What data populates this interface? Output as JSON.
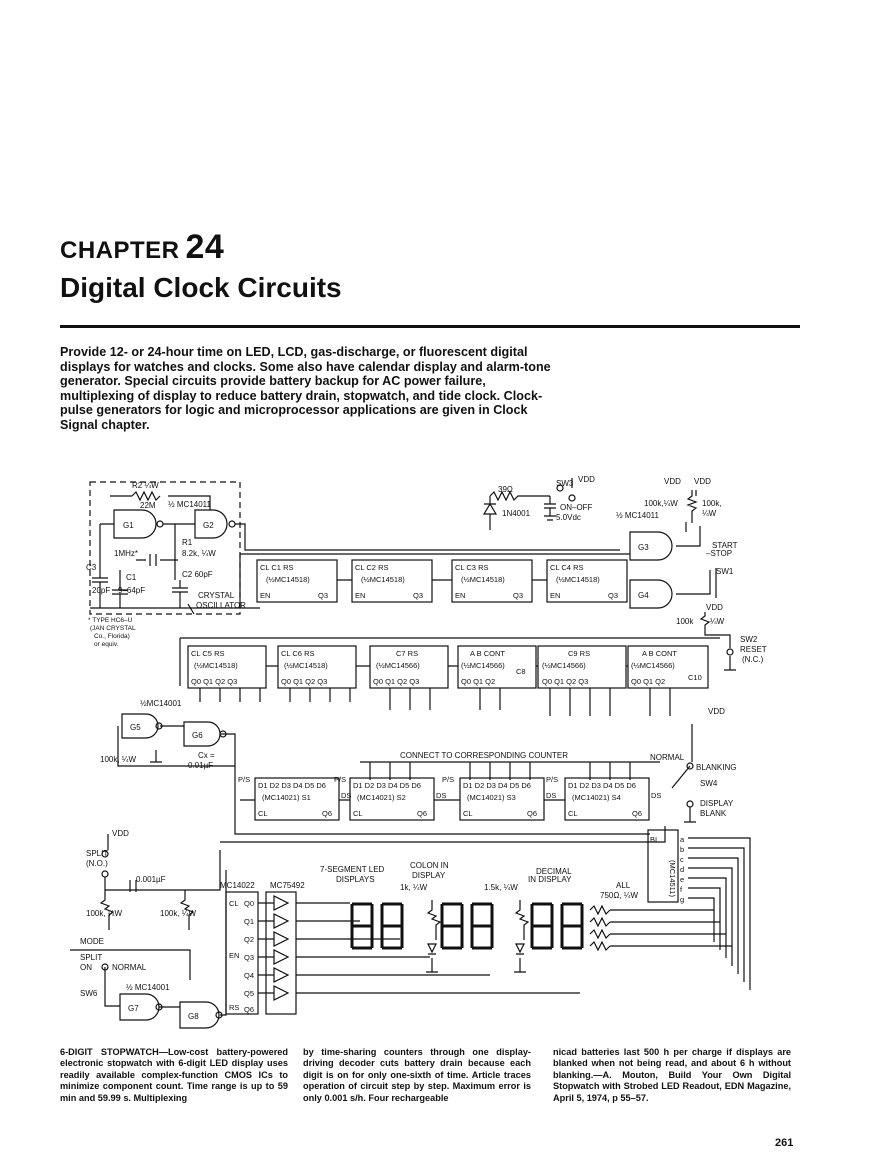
{
  "chapter": {
    "label": "CHAPTER",
    "number": "24",
    "title": "Digital Clock Circuits"
  },
  "intro": "Provide 12- or 24-hour time on LED, LCD, gas-discharge, or fluorescent digital displays for watches and clocks. Some also have calendar display and alarm-tone generator. Special circuits provide battery backup for AC power failure, multiplexing of display to reduce battery drain, stopwatch, and tide clock. Clock-pulse generators for logic and microprocessor applications are given in Clock Signal chapter.",
  "figure": {
    "osc": {
      "r2": "R2 ¼W",
      "r22m": "22M",
      "ic": "½ MC14011",
      "g1": "G1",
      "g2": "G2",
      "r1": "R1",
      "r1v": "8.2k, ¼W",
      "mhz": "1MHz*",
      "c2": "C2 60pF",
      "c1": "C1",
      "c3": "C3",
      "c20": "20pF",
      "c964": "9–64pF",
      "crystal": "CRYSTAL",
      "oscillator": "OSCILLATOR",
      "note1": "* TYPE HC6–U",
      "note2": "(JAN CRYSTAL",
      "note3": "Co., Florida)",
      "note4": "or equiv."
    },
    "power": {
      "r39": "39Ω",
      "sw3": "SW3",
      "vdd": "VDD",
      "diode": "1N4001",
      "onoff": "ON–OFF",
      "v5": "5.0Vdc",
      "r100a": "100k,¼W",
      "r100b": "100k,",
      "r100bw": "¼W",
      "ic": "½ MC14011",
      "g3": "G3",
      "g4": "G4",
      "start": "START",
      "stop": "–STOP",
      "sw1": "SW1"
    },
    "row1": [
      {
        "pins": "CL  C1  RS",
        "ic": "(½MC14518)",
        "en": "EN",
        "q": "Q3"
      },
      {
        "pins": "CL  C2  RS",
        "ic": "(½MC14518)",
        "en": "EN",
        "q": "Q3"
      },
      {
        "pins": "CL  C3  RS",
        "ic": "(½MC14518)",
        "en": "EN",
        "q": "Q3"
      },
      {
        "pins": "CL  C4  RS",
        "ic": "(½MC14518)",
        "en": "EN",
        "q": "Q3"
      }
    ],
    "row2": [
      {
        "pins": "CL  C5  RS",
        "ic": "(½MC14518)",
        "q": "Q0 Q1 Q2 Q3"
      },
      {
        "pins": "CL  C6  RS",
        "ic": "(½MC14518)",
        "q": "Q0 Q1 Q2 Q3"
      },
      {
        "pins": "C7  RS",
        "ic": "(½MC14566)",
        "q": "Q0 Q1 Q2 Q3"
      },
      {
        "pins": "A  B  CONT",
        "ic": "(½MC14566)",
        "c": "C8",
        "q": "Q0 Q1 Q2"
      },
      {
        "pins": "C9  RS",
        "ic": "(½MC14566)",
        "q": "Q0 Q1 Q2 Q3"
      },
      {
        "pins": "A  B  CONT",
        "ic": "(½MC14566)",
        "c": "C10",
        "q": "Q0 Q1 Q2"
      }
    ],
    "reset": {
      "vdd": "VDD",
      "r": "100k",
      "rw": "¼W",
      "sw2": "SW2",
      "label": "RESET",
      "nc": "(N.C.)"
    },
    "gate2": {
      "ic": "½MC14001",
      "g5": "G5",
      "g6": "G6",
      "r": "100k, ¼W",
      "cx": "Cx =",
      "cxv": "0.01µF"
    },
    "connect": "CONNECT TO CORRESPONDING COUNTER",
    "blank": {
      "vdd": "VDD",
      "normal": "NORMAL",
      "blanking": "BLANKING",
      "sw4": "SW4",
      "display": "DISPLAY",
      "blank": "BLANK"
    },
    "latches": [
      {
        "ps": "P/S",
        "d": "D1 D2 D3 D4 D5 D6",
        "ic": "(MC14021)  S1",
        "ds": "DS",
        "cl": "CL",
        "q": "Q6"
      },
      {
        "ps": "P/S",
        "d": "D1 D2 D3 D4 D5 D6",
        "ic": "(MC14021)  S2",
        "ds": "DS",
        "cl": "CL",
        "q": "Q6"
      },
      {
        "ps": "P/S",
        "d": "D1 D2 D3 D4 D5 D6",
        "ic": "(MC14021)  S3",
        "ds": "DS",
        "cl": "CL",
        "q": "Q6"
      },
      {
        "ps": "P/S",
        "d": "D1 D2 D3 D4 D5 D6",
        "ic": "(MC14021)  S4",
        "ds": "DS",
        "cl": "CL",
        "q": "Q6"
      }
    ],
    "decoder": {
      "ic": "(MC14511)",
      "b": "BI",
      "pins": [
        "a",
        "b",
        "c",
        "d",
        "e",
        "f",
        "g"
      ]
    },
    "split": {
      "vdd": "VDD",
      "split": "SPLIT",
      "no": "(N.O.)",
      "cap": "0.001µF",
      "r1": "100k, ¼W",
      "r2": "100k, ¼W",
      "mode": "MODE",
      "split2": "SPLIT",
      "on": "ON",
      "normal": "NORMAL",
      "sw6": "SW6",
      "ic": "½ MC14001",
      "g7": "G7",
      "g8": "G8"
    },
    "drivers": {
      "ic1": "MC14022",
      "ic2": "MC75492",
      "cl": "CL",
      "en": "EN",
      "rs": "RS",
      "q": [
        "Q0",
        "Q1",
        "Q2",
        "Q3",
        "Q4",
        "Q5",
        "Q6"
      ]
    },
    "display": {
      "label1": "7-SEGMENT LED",
      "label2": "DISPLAYS",
      "colon1": "COLON IN",
      "colon2": "DISPLAY",
      "dec1": "DECIMAL",
      "dec2": "IN DISPLAY",
      "r1": "1k, ¼W",
      "r2": "1.5k, ¼W",
      "all": "ALL",
      "r3": "750Ω, ¼W"
    }
  },
  "caption": {
    "heading": "6-DIGIT STOPWATCH",
    "col1": "—Low-cost battery-powered electronic stopwatch with 6-digit LED display uses readily available complex-function CMOS ICs to minimize component count. Time range is up to 59 min and 59.99 s. Multiplexing",
    "col2": "by time-sharing counters through one display-driving decoder cuts battery drain because each digit is on for only one-sixth of time. Article traces operation of circuit step by step. Maximum error is only 0.001 s/h. Four rechargeable",
    "col3": "nicad batteries last 500 h per charge if displays are blanked when not being read, and about 6 h without blanking.—A. Mouton, Build Your Own Digital Stopwatch with Strobed LED Readout, EDN Magazine, April 5, 1974, p 55–57."
  },
  "page_number": "261"
}
